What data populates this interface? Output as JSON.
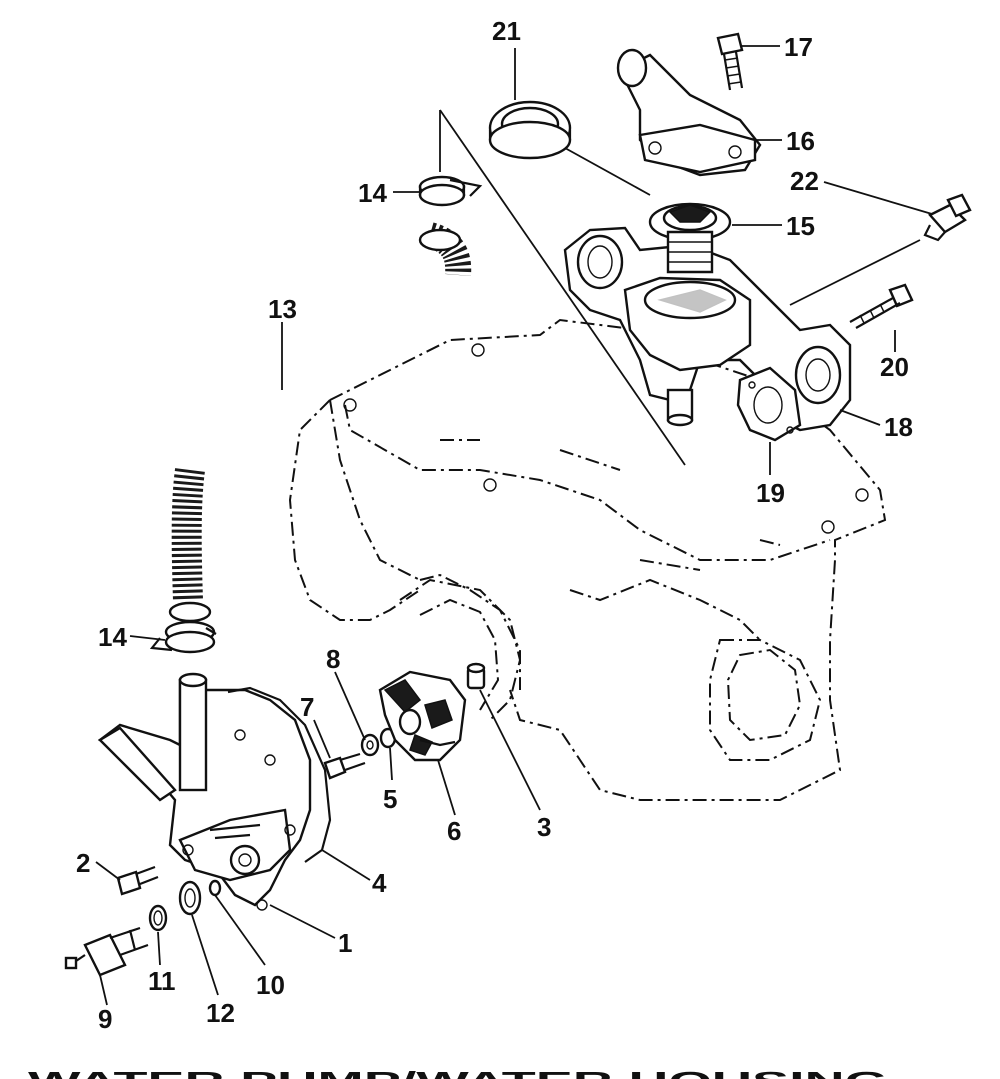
{
  "diagram": {
    "callouts": {
      "c1": "1",
      "c2": "2",
      "c3": "3",
      "c4": "4",
      "c5": "5",
      "c6": "6",
      "c7": "7",
      "c8": "8",
      "c9": "9",
      "c10": "10",
      "c11": "11",
      "c12": "12",
      "c13": "13",
      "c14a": "14",
      "c14b": "14",
      "c15": "15",
      "c16": "16",
      "c17": "17",
      "c18": "18",
      "c19": "19",
      "c20": "20",
      "c21": "21",
      "c22": "22"
    },
    "title_fragment": "WATER PUMP/WATER HOUSING",
    "colors": {
      "ink": "#111111",
      "paper": "#ffffff",
      "hose_fill": "#1a1a1a"
    }
  }
}
